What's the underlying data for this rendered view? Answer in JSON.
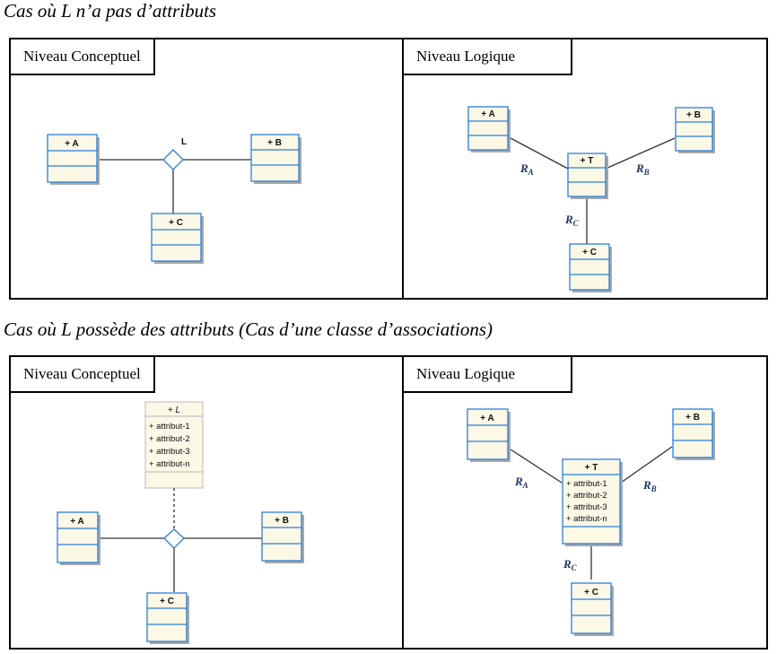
{
  "sections": [
    {
      "heading": "Cas où L n’a pas d’attributs",
      "conceptual": {
        "title": "Niveau Conceptuel",
        "classes": [
          {
            "name": "+ A"
          },
          {
            "name": "+ B"
          },
          {
            "name": "+ C"
          }
        ],
        "association_label": "L"
      },
      "logical": {
        "title": "Niveau Logique",
        "classes": [
          {
            "name": "+ A"
          },
          {
            "name": "+ B"
          },
          {
            "name": "+ C"
          },
          {
            "name": "+ T"
          }
        ],
        "relations": [
          {
            "base": "R",
            "sub": "A"
          },
          {
            "base": "R",
            "sub": "B"
          },
          {
            "base": "R",
            "sub": "C"
          }
        ]
      }
    },
    {
      "heading": "Cas où L possède des attributs (Cas d’une classe d’associations)",
      "conceptual": {
        "title": "Niveau Conceptuel",
        "classes": [
          {
            "name": "+ A"
          },
          {
            "name": "+ B"
          },
          {
            "name": "+ C"
          }
        ],
        "association_class": {
          "name": "+ L",
          "attributes": [
            "+ attribut-1",
            "+ attribut-2",
            "+ attribut-3",
            "+ attribut-n"
          ]
        }
      },
      "logical": {
        "title": "Niveau Logique",
        "classes": [
          {
            "name": "+ A"
          },
          {
            "name": "+ B"
          },
          {
            "name": "+ C"
          },
          {
            "name": "+ T",
            "attributes": [
              "+ attribut-1",
              "+ attribut-2",
              "+ attribut-3",
              "+ attribut-n"
            ]
          }
        ],
        "relations": [
          {
            "base": "R",
            "sub": "A"
          },
          {
            "base": "R",
            "sub": "B"
          },
          {
            "base": "R",
            "sub": "C"
          }
        ]
      }
    }
  ]
}
